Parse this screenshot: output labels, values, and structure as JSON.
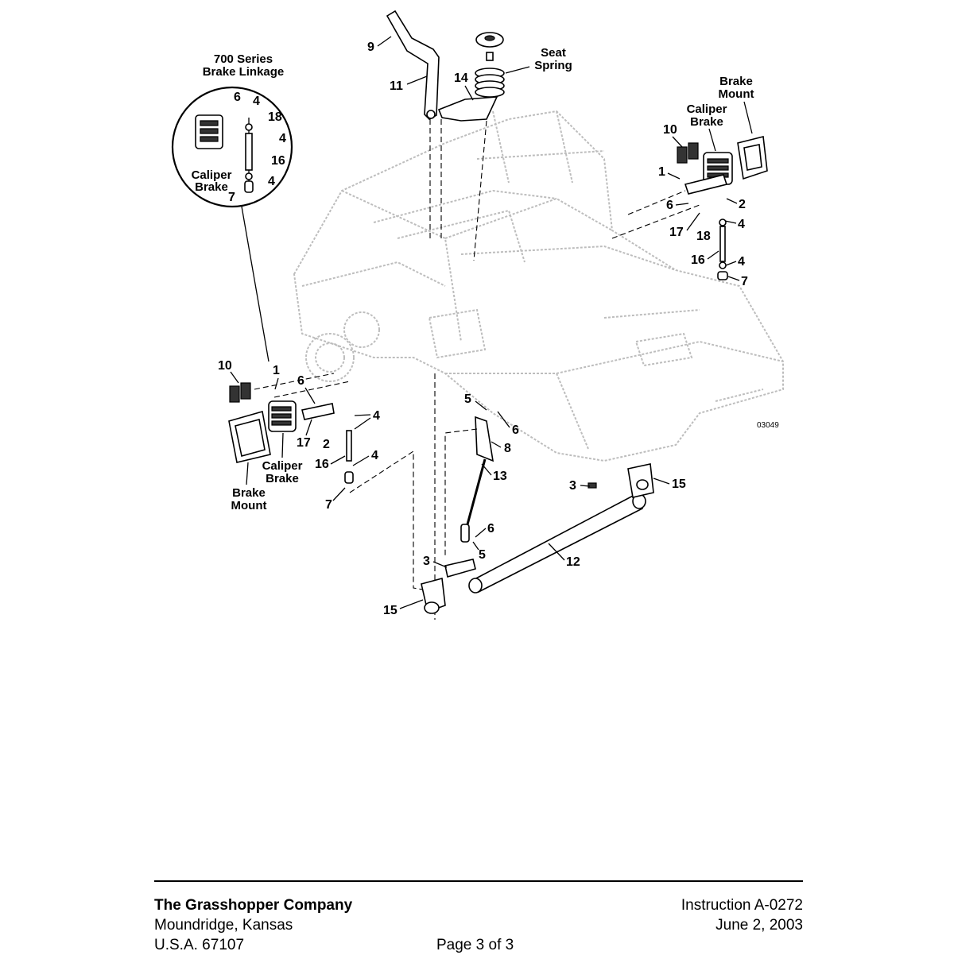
{
  "labels": {
    "series_title_1": "700 Series",
    "series_title_2": "Brake Linkage",
    "seat_spring_1": "Seat",
    "seat_spring_2": "Spring",
    "caliper_1": "Caliper",
    "caliper_2": "Brake",
    "brake_mount_1": "Brake",
    "brake_mount_2": "Mount",
    "drawing_number": "03049"
  },
  "callouts": {
    "inset": [
      "6",
      "4",
      "18",
      "4",
      "16",
      "4",
      "7"
    ],
    "top": [
      "9",
      "11",
      "14"
    ],
    "right": [
      "10",
      "1",
      "2",
      "6",
      "4",
      "17",
      "18",
      "16",
      "4",
      "7"
    ],
    "left": [
      "10",
      "1",
      "6",
      "4",
      "17",
      "2",
      "16",
      "4",
      "7"
    ],
    "center": [
      "5",
      "6",
      "8",
      "13",
      "3",
      "15",
      "6",
      "5",
      "3",
      "12",
      "15"
    ]
  },
  "footer": {
    "company": "The Grasshopper Company",
    "city": "Moundridge, Kansas",
    "country_zip": "U.S.A. 67107",
    "page": "Page 3 of 3",
    "instruction": "Instruction A-0272",
    "date": "June 2, 2003"
  }
}
